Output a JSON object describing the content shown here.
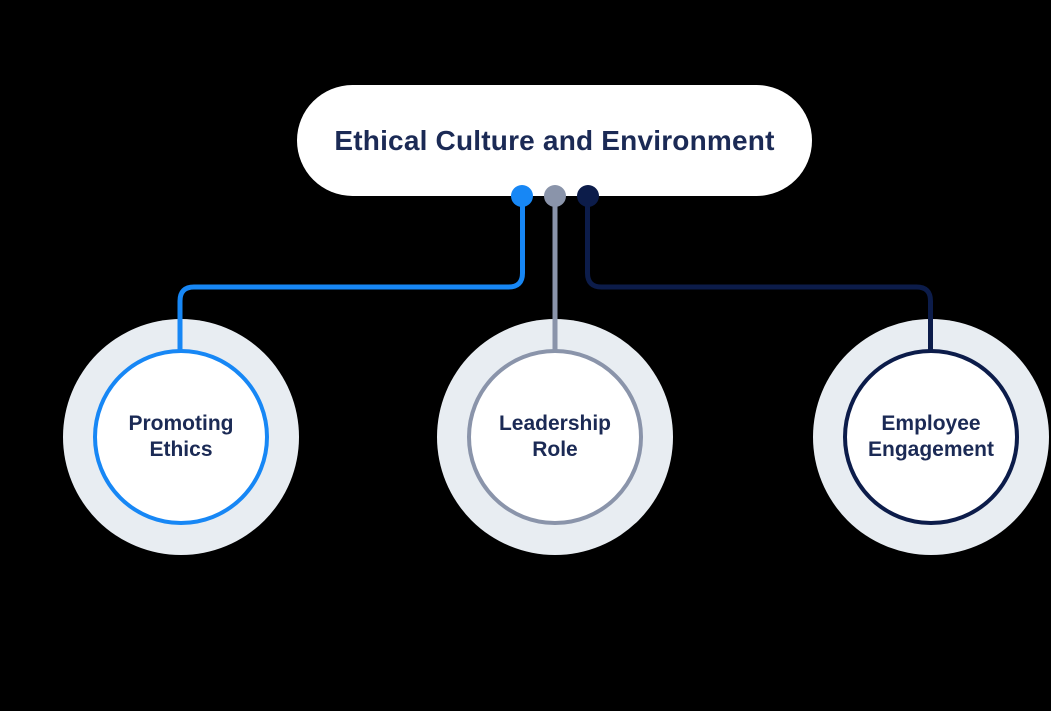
{
  "diagram": {
    "root": {
      "label": "Ethical Culture and Environment"
    },
    "branches": [
      {
        "label": "Promoting Ethics",
        "color": "#1787F5"
      },
      {
        "label": "Leadership Role",
        "color": "#8A94AA"
      },
      {
        "label": "Employee Engagement",
        "color": "#0C1C4A"
      }
    ],
    "colors": {
      "background": "#000000",
      "panel": "#FFFFFF",
      "ring": "#E8EDF2",
      "text": "#1B2A55"
    }
  }
}
